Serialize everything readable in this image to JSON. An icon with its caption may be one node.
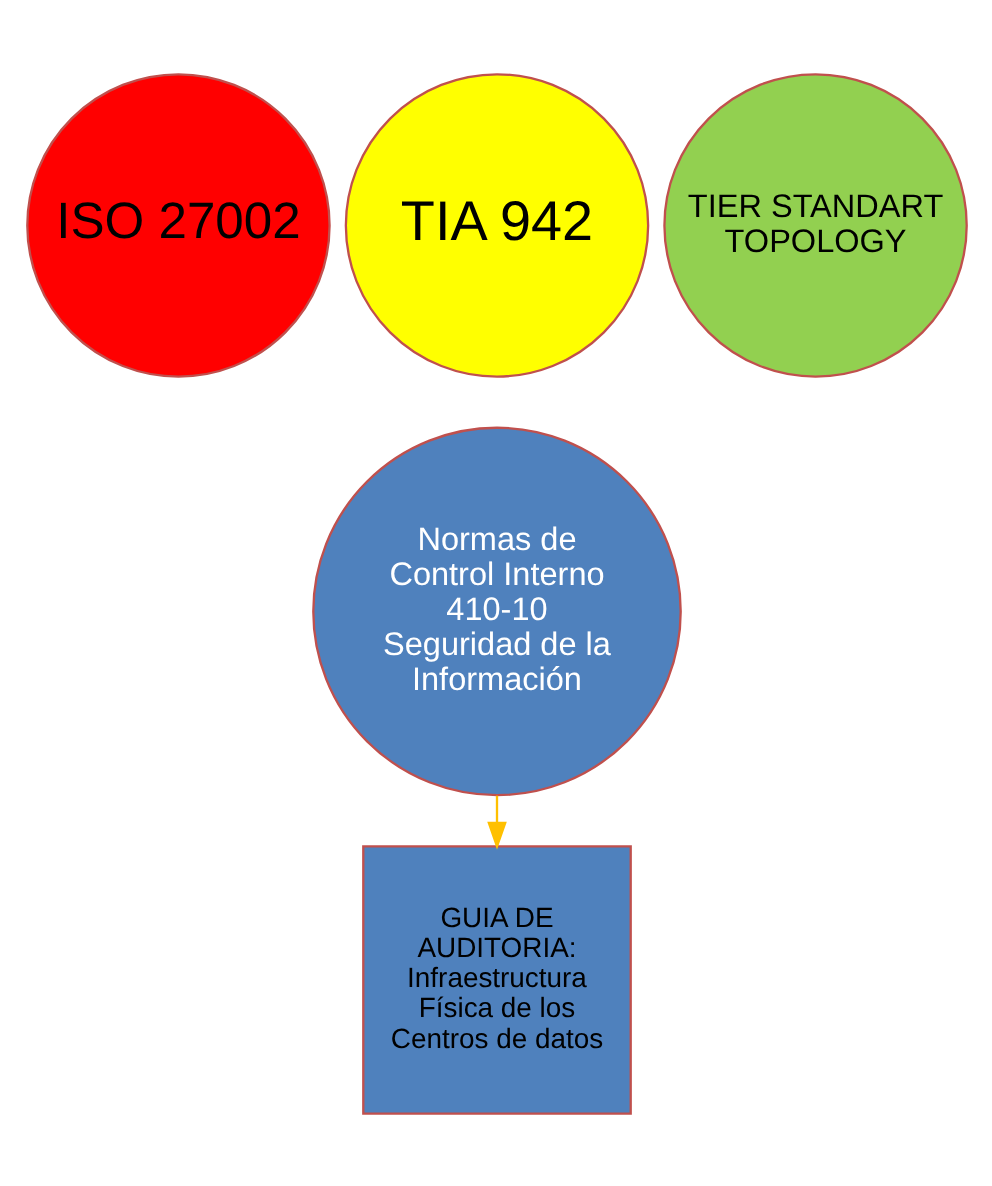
{
  "diagram": {
    "nodes": [
      {
        "text": [
          "ISO 27002"
        ]
      },
      {
        "text": [
          "TIA 942"
        ]
      },
      {
        "text": [
          "TIER STANDART TOPOLOGY"
        ]
      },
      {
        "text": [
          "Normas de Control Interno 410-10",
          "Seguridad de la Información"
        ]
      },
      {
        "text": [
          "GUIA DE AUDITORIA: Infraestructura Física de los Centros de datos"
        ]
      }
    ],
    "edges": [
      {
        "from": 3,
        "to": 4,
        "arrow": "to",
        "color": "#ffc000"
      }
    ]
  }
}
